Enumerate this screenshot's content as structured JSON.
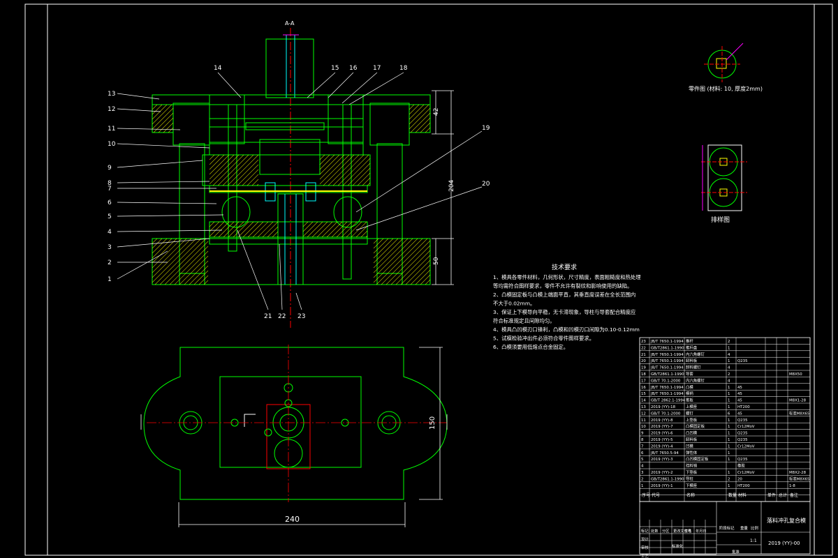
{
  "colors": {
    "background": "#000000",
    "outline": "#00ff00",
    "frame": "#ffffff",
    "text": "#ffffff",
    "centerline": "#ff0000",
    "hatch": "#ffff00",
    "dimension": "#ff00ff",
    "detail": "#00ffff"
  },
  "section_mark": "A-A",
  "leaders_left": [
    "13",
    "12",
    "11",
    "10",
    "9",
    "8",
    "7",
    "6",
    "5",
    "4",
    "3",
    "2",
    "1"
  ],
  "leaders_top": [
    "14",
    "15",
    "16",
    "17",
    "18"
  ],
  "leaders_right": [
    "19",
    "20"
  ],
  "leaders_bottom": [
    "21",
    "22",
    "23"
  ],
  "dims": {
    "d42": "42",
    "d204": "204",
    "d50": "50",
    "d240": "240",
    "d150": "150"
  },
  "part_drawing_label": "零件图 (材料: 10, 厚度2mm)",
  "strip_label": "排样图",
  "tech_title": "技术要求",
  "tech_lines": [
    "1、模具各零件材料，几何形状，尺寸精度，表面粗糙度和热处理",
    "    等均需符合图样要求，零件不允许有裂纹和影响使用的缺陷。",
    "2、凸模固定板与凸模上端面平直，其垂直度误差在全长范围内",
    "    不大于0.02mm。",
    "3、保证上下模导向平稳，无卡滞现象，导柱与导套配合精度应",
    "    符合标准规定且间隙均匀。",
    "4、模具凸凹模刃口锋利，凸模和凹模刃口间隙为0.10-0.12mm",
    "  5、试模检验冲出件必须符合零件图样要求。",
    "6、凸模须要用低熔点合金固定。"
  ],
  "bom": [
    [
      "23",
      "JB/T 7650.1-1994",
      "推杆",
      "2",
      "",
      "",
      ""
    ],
    [
      "22",
      "GB/T2861.1-1990",
      "推杆盘",
      "1",
      "",
      "",
      ""
    ],
    [
      "21",
      "JB/T 7650.1-1994",
      "内六角螺钉",
      "4",
      "",
      "",
      ""
    ],
    [
      "20",
      "JB/T 7650.1-1994",
      "卸料板",
      "1",
      "Q235",
      "",
      ""
    ],
    [
      "19",
      "JB/T 7650.1-1994",
      "卸料螺钉",
      "4",
      "",
      "",
      ""
    ],
    [
      "18",
      "GB/T2861.1-1990",
      "导套",
      "2",
      "",
      "",
      "M8X50"
    ],
    [
      "17",
      "GB/T 70.1-2000",
      "内六角螺钉",
      "4",
      "",
      "",
      ""
    ],
    [
      "16",
      "JB/T 7650.1-1994",
      "凸模",
      "1",
      "45",
      "",
      ""
    ],
    [
      "15",
      "JB/T 7650.1-1994",
      "模柄",
      "1",
      "45",
      "",
      ""
    ],
    [
      "14",
      "GB/T 2862.1-1994",
      "推板",
      "1",
      "45",
      "",
      "M8X1-28"
    ],
    [
      "13",
      "2019 (YY)-18",
      "上模座",
      "1",
      "HT200",
      "",
      ""
    ],
    [
      "12",
      "GB/T 70.1-2000",
      "螺钉",
      "6",
      "45",
      "",
      "标准M8X65"
    ],
    [
      "11",
      "2019 (YY)-8",
      "上垫板",
      "1",
      "Q235",
      "",
      ""
    ],
    [
      "10",
      "2019 (YY)-7",
      "凸模固定板",
      "1",
      "Cr12MoV",
      "",
      ""
    ],
    [
      "9",
      "2019 (YY)-6",
      "凸凹模",
      "1",
      "Q235",
      "",
      ""
    ],
    [
      "8",
      "2019 (YY)-5",
      "卸料板",
      "1",
      "Q235",
      "",
      ""
    ],
    [
      "7",
      "2019 (YY)-4",
      "凹模",
      "1",
      "Cr12MoV",
      "",
      ""
    ],
    [
      "6",
      "JB/T 7650.5-94",
      "弹性体",
      "1",
      "",
      "",
      ""
    ],
    [
      "5",
      "2019 (YY)-3",
      "凸凹模固定板",
      "1",
      "Q235",
      "",
      ""
    ],
    [
      "4",
      "",
      "挡料销",
      "",
      "橡胶",
      "",
      ""
    ],
    [
      "3",
      "2019 (YY)-2",
      "下垫板",
      "1",
      "Cr12MoV",
      "",
      "M8X2-28"
    ],
    [
      "2",
      "GB/T2861.1-1990",
      "导柱",
      "2",
      "20",
      "",
      "标准M8X65"
    ],
    [
      "1",
      "2019 (YY)-1",
      "下模座",
      "1",
      "HT200",
      "",
      "1-8"
    ]
  ],
  "bom_header": [
    "序号",
    "代号",
    "名称",
    "数量",
    "材料",
    "单件",
    "总计",
    "备注"
  ],
  "title_block": {
    "drawing_name": "落料冲孔复合模",
    "drawing_no": "2019 (YY)-00",
    "scale": "1:1",
    "row_labels": [
      "标记",
      "设计",
      "审核",
      "工艺"
    ],
    "col_labels": [
      "处数",
      "分区",
      "更改文件号",
      "签名",
      "年月日"
    ],
    "stage_label": "阶段标记",
    "weight_label": "重量",
    "scale_label": "比例",
    "std_label": "标准化",
    "approve_label": "批准"
  }
}
